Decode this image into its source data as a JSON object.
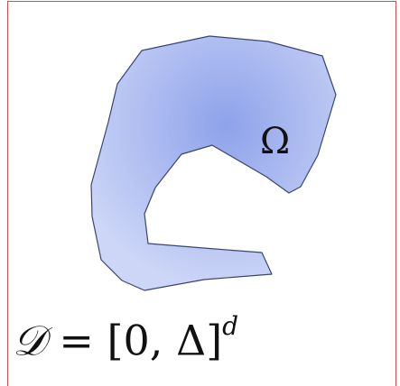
{
  "diagram": {
    "region_label": "Ω",
    "domain_formula": {
      "symbol": "𝒟",
      "equals": "=",
      "interval": "[0, Δ]",
      "exponent": "d"
    },
    "colors": {
      "border": "#e04848",
      "region_fill_center": "#8ea2ea",
      "region_fill_edge": "#c8d2f6",
      "region_stroke": "#3a4670"
    }
  }
}
